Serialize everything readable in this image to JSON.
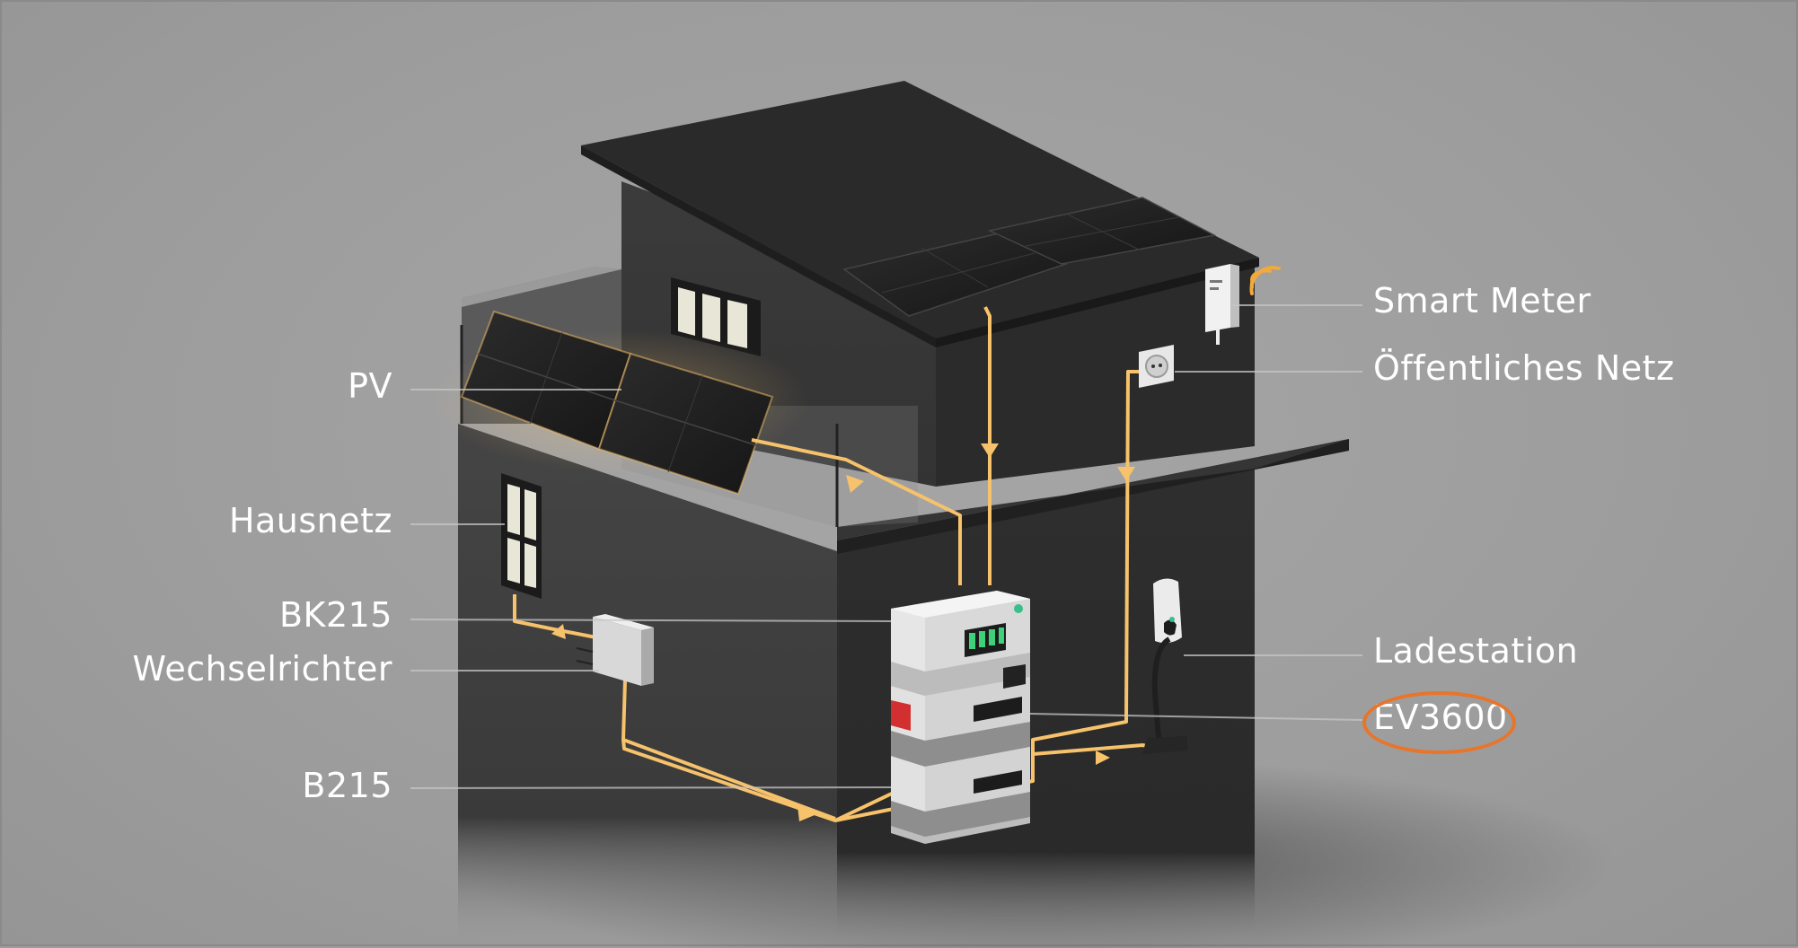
{
  "labels": {
    "pv": "PV",
    "hausnetz": "Hausnetz",
    "bk215": "BK215",
    "wechselrichter": "Wechselrichter",
    "b215": "B215",
    "smart_meter": "Smart Meter",
    "oeffentliches_netz": "Öffentliches Netz",
    "ladestation": "Ladestation",
    "ev3600": "EV3600"
  },
  "colors": {
    "flow_line": "#f6c26b",
    "highlight_ring": "#e8752a",
    "house_wall": "#3f3f3f",
    "roof": "#2f2f2f",
    "background": "#9c9c9c"
  },
  "icons": {
    "wifi": "wifi-icon",
    "socket": "power-socket-icon",
    "charger": "ev-charger-icon"
  }
}
